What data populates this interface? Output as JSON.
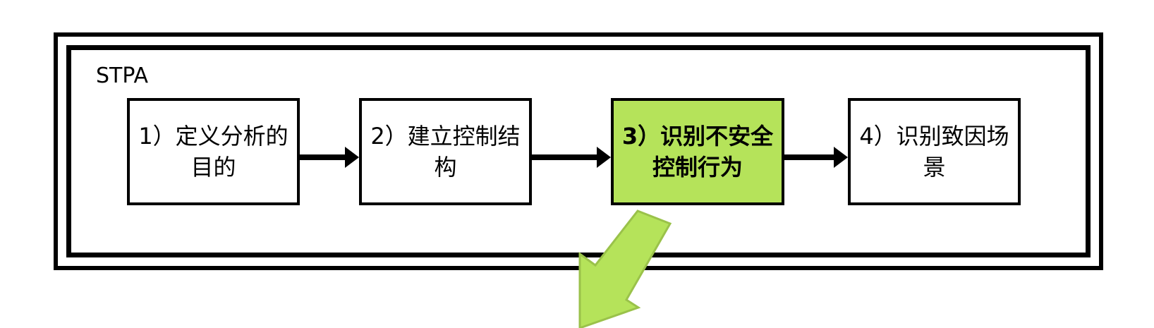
{
  "frame": {
    "title": "STPA"
  },
  "steps": [
    {
      "label": "1）定义分析的目的"
    },
    {
      "label": "2）建立控制结构"
    },
    {
      "label": "3）识别不安全控制行为"
    },
    {
      "label": "4）识别致因场景"
    }
  ],
  "colors": {
    "highlight": "#b5e35a",
    "stroke": "#000000",
    "arrow_fill": "#b5e35a",
    "arrow_stroke": "#9ac24a"
  }
}
